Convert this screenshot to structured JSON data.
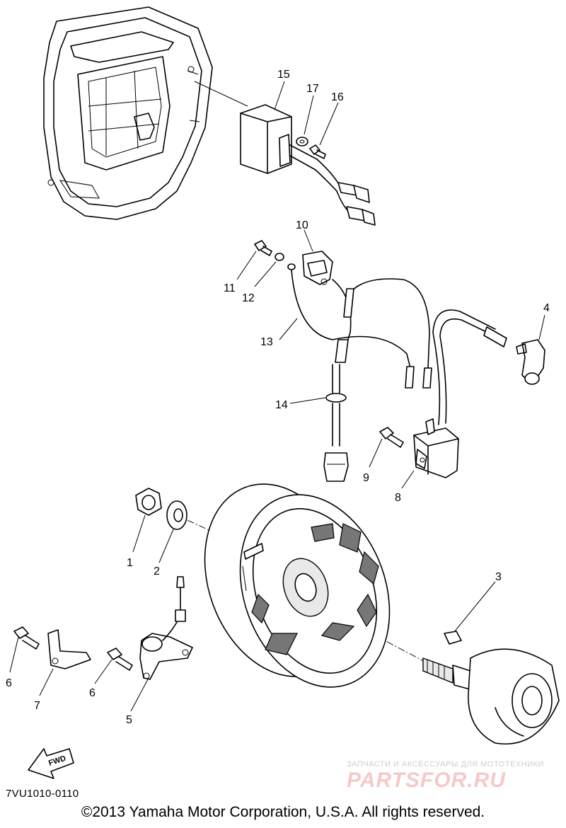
{
  "diagram": {
    "callouts": [
      {
        "id": "p15",
        "label": "15"
      },
      {
        "id": "p17",
        "label": "17"
      },
      {
        "id": "p16",
        "label": "16"
      },
      {
        "id": "p10",
        "label": "10"
      },
      {
        "id": "p11",
        "label": "11"
      },
      {
        "id": "p12",
        "label": "12"
      },
      {
        "id": "p13",
        "label": "13"
      },
      {
        "id": "p4",
        "label": "4"
      },
      {
        "id": "p14",
        "label": "14"
      },
      {
        "id": "p9",
        "label": "9"
      },
      {
        "id": "p8",
        "label": "8"
      },
      {
        "id": "p1",
        "label": "1"
      },
      {
        "id": "p2",
        "label": "2"
      },
      {
        "id": "p3",
        "label": "3"
      },
      {
        "id": "p6a",
        "label": "6"
      },
      {
        "id": "p6b",
        "label": "6"
      },
      {
        "id": "p7",
        "label": "7"
      },
      {
        "id": "p5",
        "label": "5"
      }
    ],
    "fwd_label": "FWD",
    "diagram_code": "7VU1010-0110",
    "copyright": "©2013 Yamaha Motor Corporation, U.S.A. All rights reserved.",
    "watermark_caption": "ЗАПЧАСТИ И АКСЕССУАРЫ ДЛЯ МОТОТЕХНИКИ",
    "watermark_logo": "PARTSFOR.RU"
  }
}
